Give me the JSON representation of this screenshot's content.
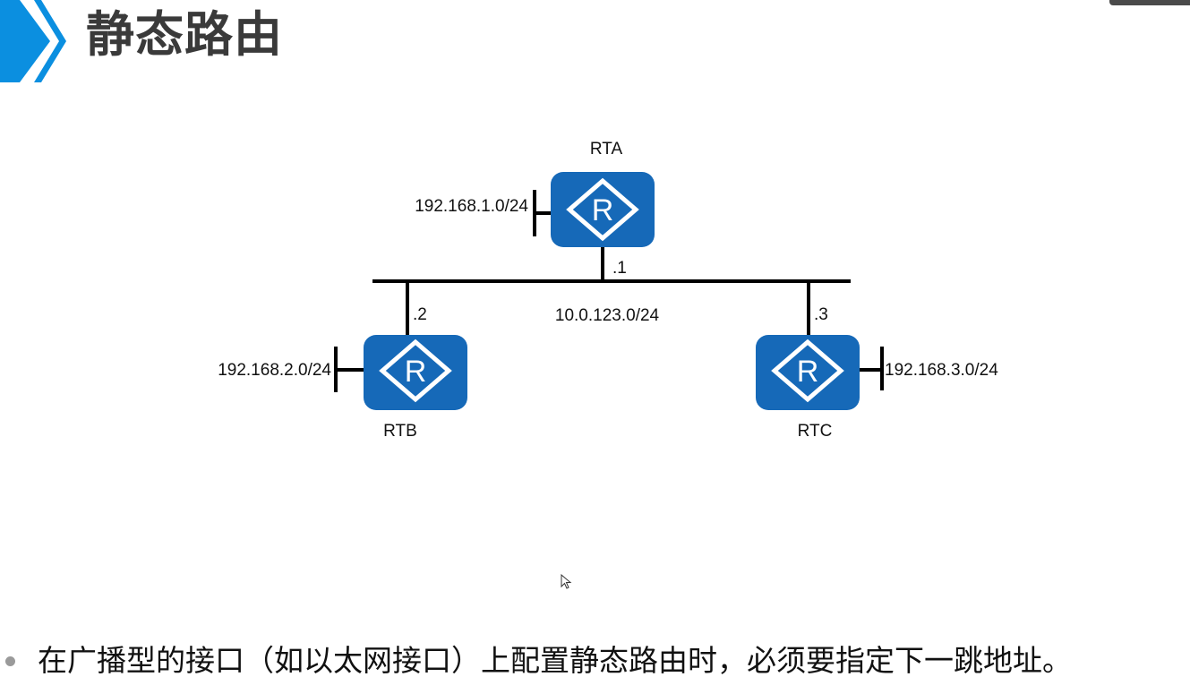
{
  "header": {
    "title": "静态路由"
  },
  "colors": {
    "accent": "#0b8fe0",
    "router": "#1669b8",
    "link": "#000000"
  },
  "diagram": {
    "routers": [
      {
        "name": "RTA",
        "icon": "router-icon",
        "glyph": "R"
      },
      {
        "name": "RTB",
        "icon": "router-icon",
        "glyph": "R"
      },
      {
        "name": "RTC",
        "icon": "router-icon",
        "glyph": "R"
      }
    ],
    "shared_network": "10.0.123.0/24",
    "interfaces": {
      "rta": ".1",
      "rtb": ".2",
      "rtc": ".3"
    },
    "lans": {
      "rta": "192.168.1.0/24",
      "rtb": "192.168.2.0/24",
      "rtc": "192.168.3.0/24"
    }
  },
  "bullet": {
    "text": "在广播型的接口（如以太网接口）上配置静态路由时，必须要指定下一跳地址。"
  }
}
